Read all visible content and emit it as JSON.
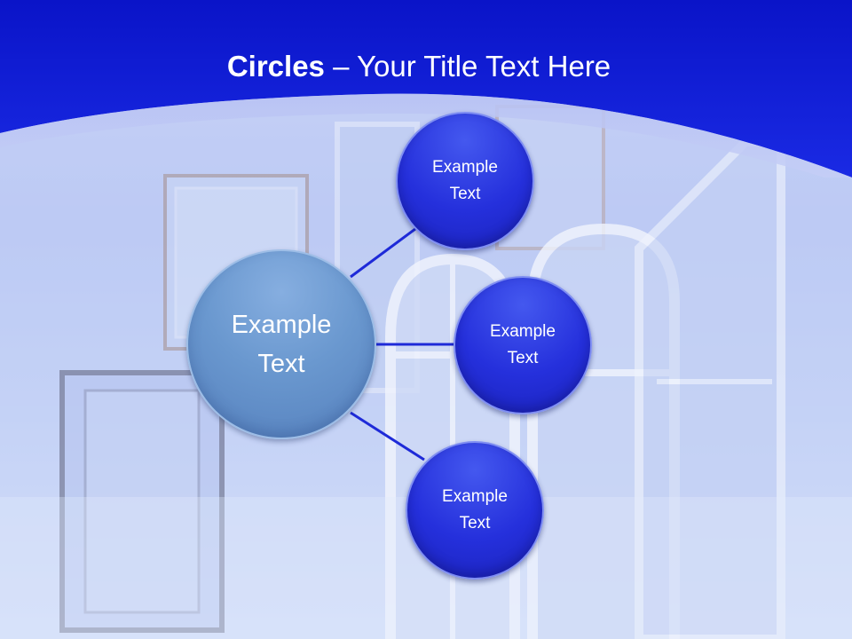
{
  "slide": {
    "title_bold": "Circles",
    "title_rest": " – Your Title Text Here"
  },
  "diagram": {
    "center": {
      "label_line1": "Example",
      "label_line2": "Text"
    },
    "nodes": [
      {
        "label_line1": "Example",
        "label_line2": "Text"
      },
      {
        "label_line1": "Example",
        "label_line2": "Text"
      },
      {
        "label_line1": "Example",
        "label_line2": "Text"
      }
    ]
  },
  "colors": {
    "header_blue": "#0d1ad6",
    "center_circle": "#6a98cf",
    "node_circle": "#2530dc",
    "connector": "#1e2ad8"
  }
}
